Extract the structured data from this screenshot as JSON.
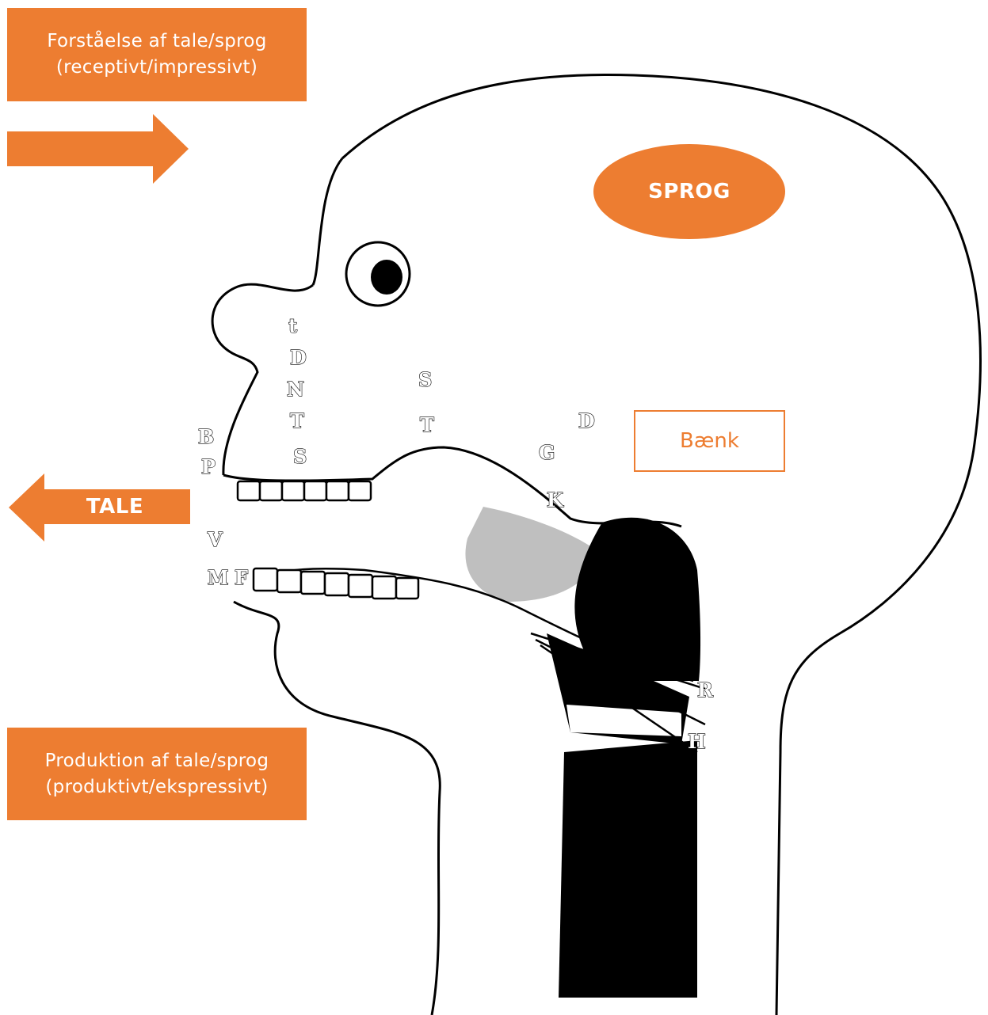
{
  "colors": {
    "accent": "#ED7D31",
    "ink": "#000000",
    "paper": "#ffffff"
  },
  "labels": {
    "comprehension": "Forståelse af tale/sprog\n(receptivt/impressivt)",
    "language": "SPROG",
    "bench": "Bænk",
    "speech": "TALE",
    "production": "Produktion af tale/sprog\n(produktivt/ekspressivt)"
  },
  "illustration": {
    "letters": {
      "lips": [
        "B",
        "P"
      ],
      "nose": [
        "t",
        "D",
        "N",
        "T",
        "S"
      ],
      "palate": [
        "S",
        "T"
      ],
      "velum": [
        "G",
        "D",
        "K"
      ],
      "lower_lip": [
        "V",
        "M",
        "F"
      ],
      "larynx": [
        "R",
        "H"
      ]
    }
  }
}
